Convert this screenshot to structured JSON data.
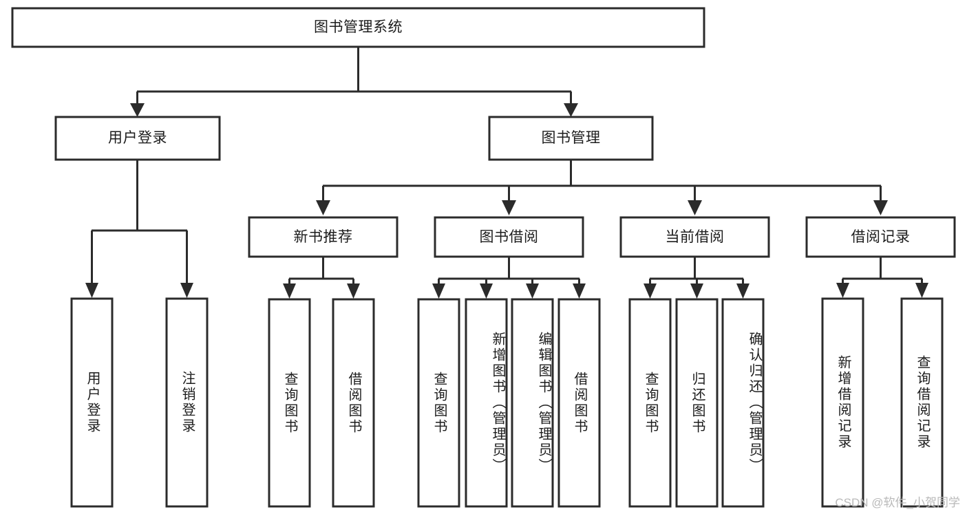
{
  "diagram": {
    "type": "tree-hierarchy",
    "title": "图书管理系统",
    "root": {
      "id": "root",
      "label": "图书管理系统",
      "orientation": "horizontal"
    },
    "level1": [
      {
        "id": "user-login",
        "label": "用户登录",
        "orientation": "horizontal"
      },
      {
        "id": "book-management",
        "label": "图书管理",
        "orientation": "horizontal"
      }
    ],
    "level2": [
      {
        "id": "new-book-recommend",
        "label": "新书推荐",
        "orientation": "horizontal",
        "parent": "book-management"
      },
      {
        "id": "book-borrow",
        "label": "图书借阅",
        "orientation": "horizontal",
        "parent": "book-management"
      },
      {
        "id": "current-borrow",
        "label": "当前借阅",
        "orientation": "horizontal",
        "parent": "book-management"
      },
      {
        "id": "borrow-record",
        "label": "借阅记录",
        "orientation": "horizontal",
        "parent": "book-management"
      }
    ],
    "leaves": [
      {
        "id": "leaf-user-login",
        "label": "用户登录",
        "orientation": "vertical",
        "parent": "user-login"
      },
      {
        "id": "leaf-logout-login",
        "label": "注销登录",
        "orientation": "vertical",
        "parent": "user-login"
      },
      {
        "id": "leaf-query-book-1",
        "label": "查询图书",
        "orientation": "vertical",
        "parent": "new-book-recommend"
      },
      {
        "id": "leaf-borrow-book-1",
        "label": "借阅图书",
        "orientation": "vertical",
        "parent": "new-book-recommend"
      },
      {
        "id": "leaf-query-book-2",
        "label": "查询图书",
        "orientation": "vertical",
        "parent": "book-borrow"
      },
      {
        "id": "leaf-add-book",
        "label": "新增图书（管理员）",
        "orientation": "vertical",
        "parent": "book-borrow"
      },
      {
        "id": "leaf-edit-book",
        "label": "编辑图书（管理员）",
        "orientation": "vertical",
        "parent": "book-borrow"
      },
      {
        "id": "leaf-borrow-book-2",
        "label": "借阅图书",
        "orientation": "vertical",
        "parent": "book-borrow"
      },
      {
        "id": "leaf-query-book-3",
        "label": "查询图书",
        "orientation": "vertical",
        "parent": "current-borrow"
      },
      {
        "id": "leaf-return-book",
        "label": "归还图书",
        "orientation": "vertical",
        "parent": "current-borrow"
      },
      {
        "id": "leaf-confirm-return",
        "label": "确认归还（管理员）",
        "orientation": "vertical",
        "parent": "current-borrow"
      },
      {
        "id": "leaf-add-record",
        "label": "新增借阅记录",
        "orientation": "vertical",
        "parent": "borrow-record"
      },
      {
        "id": "leaf-query-record",
        "label": "查询借阅记录",
        "orientation": "vertical",
        "parent": "borrow-record"
      }
    ],
    "colors": {
      "stroke": "#2b2b2b",
      "box_fill": "#ffffff",
      "text": "#1c1c1c",
      "background": "#ffffff",
      "watermark": "#b9b9b9"
    }
  },
  "watermark": {
    "text": "CSDN @软件_小贺同学"
  }
}
